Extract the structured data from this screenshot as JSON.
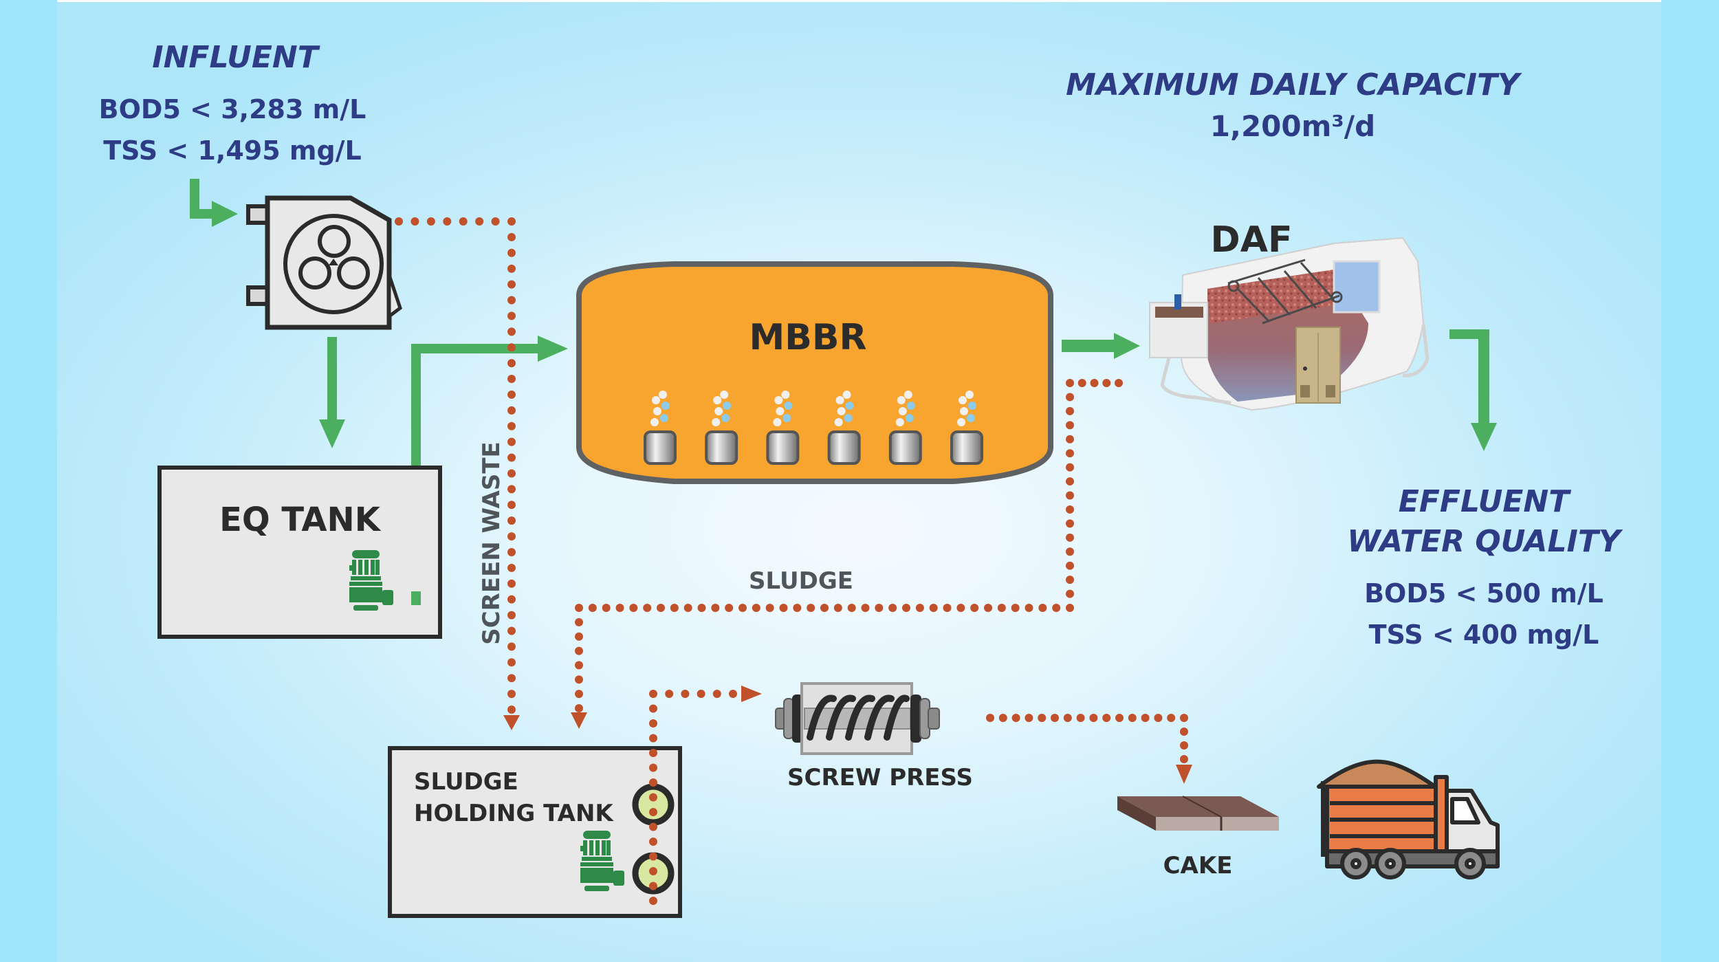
{
  "title": "MBBR + DAF Wastewater Treatment Process Flow",
  "colors": {
    "background": "#c3ecfb",
    "heading_text": "#2e3c86",
    "flow_water": "#4caf5f",
    "flow_sludge": "#c0512b",
    "mbbr_fill": "#f8a530",
    "tank_fill": "#e8e8e8",
    "pump": "#2e8a47"
  },
  "influent": {
    "title": "INFLUENT",
    "bod5": "BOD5 < 3,283 m/L",
    "tss": "TSS < 1,495 mg/L"
  },
  "capacity": {
    "title": "MAXIMUM DAILY CAPACITY",
    "value": "1,200m³/d"
  },
  "effluent": {
    "title_line1": "EFFLUENT",
    "title_line2": "WATER QUALITY",
    "bod5": "BOD5 < 500 m/L",
    "tss": "TSS < 400 mg/L"
  },
  "units": {
    "screen": {
      "icon": "rotary-drum-screen-icon"
    },
    "eq_tank": {
      "label": "EQ TANK"
    },
    "mbbr": {
      "label": "MBBR",
      "diffuser_count": 6
    },
    "daf": {
      "label": "DAF"
    },
    "sludge_tank": {
      "line1": "SLUDGE",
      "line2": "HOLDING TANK"
    },
    "screw_press": {
      "label": "SCREW PRESS"
    },
    "cake": {
      "label": "CAKE"
    },
    "truck": {
      "icon": "dump-truck-icon"
    }
  },
  "flow_labels": {
    "screen_waste": "SCREEN WASTE",
    "sludge": "SLUDGE"
  }
}
